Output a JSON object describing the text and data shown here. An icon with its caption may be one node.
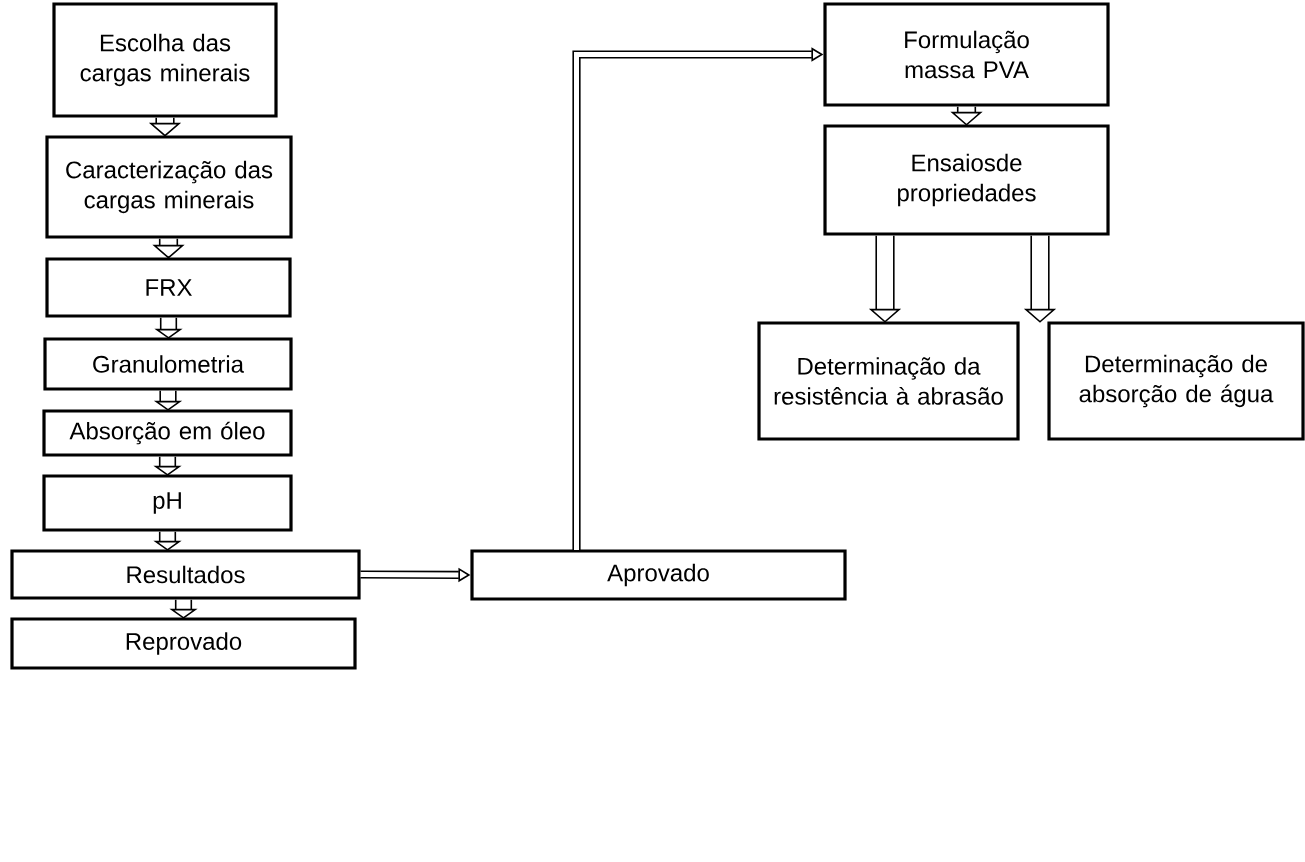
{
  "diagram": {
    "nodes": [
      {
        "text": [
          "Escolha das cargas minerais"
        ]
      },
      {
        "text": [
          "Caracterização das cargas minerais"
        ]
      },
      {
        "text": [
          "FRX"
        ]
      },
      {
        "text": [
          "Granulometria"
        ]
      },
      {
        "text": [
          "Absorção em óleo"
        ]
      },
      {
        "text": [
          "pH"
        ]
      },
      {
        "text": [
          "Resultados"
        ]
      },
      {
        "text": [
          "Reprovado"
        ]
      },
      {
        "text": [
          "Aprovado"
        ]
      },
      {
        "text": [
          "Formulação massa PVA"
        ]
      },
      {
        "text": [
          "Ensaiosde propriedades"
        ]
      },
      {
        "text": [
          "Determinação da resistência à abrasão"
        ]
      },
      {
        "text": [
          "Determinação de absorção de água"
        ]
      }
    ],
    "edges": [
      {
        "from": 0,
        "to": 1,
        "arrow": "to"
      },
      {
        "from": 1,
        "to": 2,
        "arrow": "to"
      },
      {
        "from": 2,
        "to": 3,
        "arrow": "to"
      },
      {
        "from": 3,
        "to": 4,
        "arrow": "to"
      },
      {
        "from": 4,
        "to": 5,
        "arrow": "to"
      },
      {
        "from": 5,
        "to": 6,
        "arrow": "to"
      },
      {
        "from": 6,
        "to": 7,
        "arrow": "to"
      },
      {
        "from": 6,
        "to": 8,
        "arrow": "to"
      },
      {
        "from": 8,
        "to": 9,
        "arrow": "to"
      },
      {
        "from": 9,
        "to": 10,
        "arrow": "to"
      },
      {
        "from": 10,
        "to": 11,
        "arrow": "to"
      },
      {
        "from": 10,
        "to": 12,
        "arrow": "to"
      }
    ]
  }
}
